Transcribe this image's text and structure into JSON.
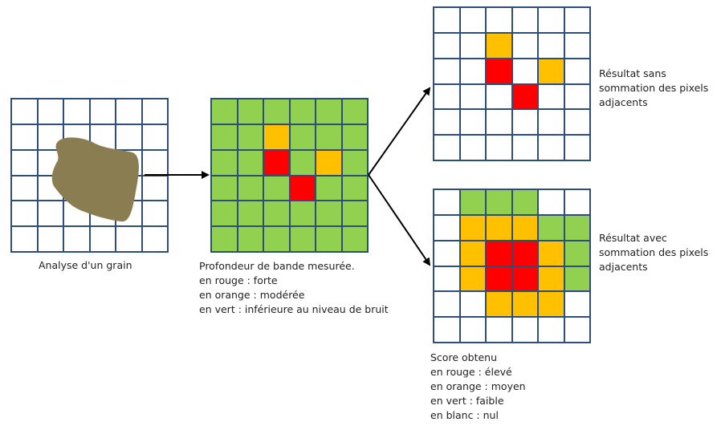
{
  "colors": {
    "red": "#ff0000",
    "orange": "#ffc000",
    "green": "#92d050",
    "white": "#ffffff",
    "gridline": "#2e4d7a",
    "grain": "#8b7d52"
  },
  "legend_codes": {
    "R": "red",
    "O": "orange",
    "G": "green",
    "W": "white"
  },
  "grids": {
    "grain": [
      "WWWWWW",
      "WWWWWW",
      "WWWWWW",
      "WWWWWW",
      "WWWWWW",
      "WWWWWW"
    ],
    "depth": [
      "GGGGGG",
      "GGOGGG",
      "GGRGOG",
      "GGGRGG",
      "GGGGGG",
      "GGGGGG"
    ],
    "without_sum": [
      "WWWWWW",
      "WWOWWW",
      "WWRWOW",
      "WWWRWW",
      "WWWWWW",
      "WWWWWW"
    ],
    "with_sum": [
      "WGGGWW",
      "WOOOGG",
      "WORROG",
      "WORROG",
      "WWOOOW",
      "WWWWWW"
    ]
  },
  "labels": {
    "grain": "Analyse d'un grain",
    "depth": {
      "title": "Profondeur de bande mesurée.",
      "red": "en rouge : forte",
      "orange": "en orange : modérée",
      "green": "en vert : inférieure au niveau de bruit"
    },
    "without_sum": [
      "Résultat sans",
      "sommation des pixels",
      "adjacents"
    ],
    "with_sum": [
      "Résultat avec",
      "sommation des pixels",
      "adjacents"
    ],
    "score": {
      "title": "Score obtenu",
      "red": "en rouge : élevé",
      "orange": "en orange : moyen",
      "green": "en vert : faible",
      "white": "en blanc : nul"
    }
  }
}
